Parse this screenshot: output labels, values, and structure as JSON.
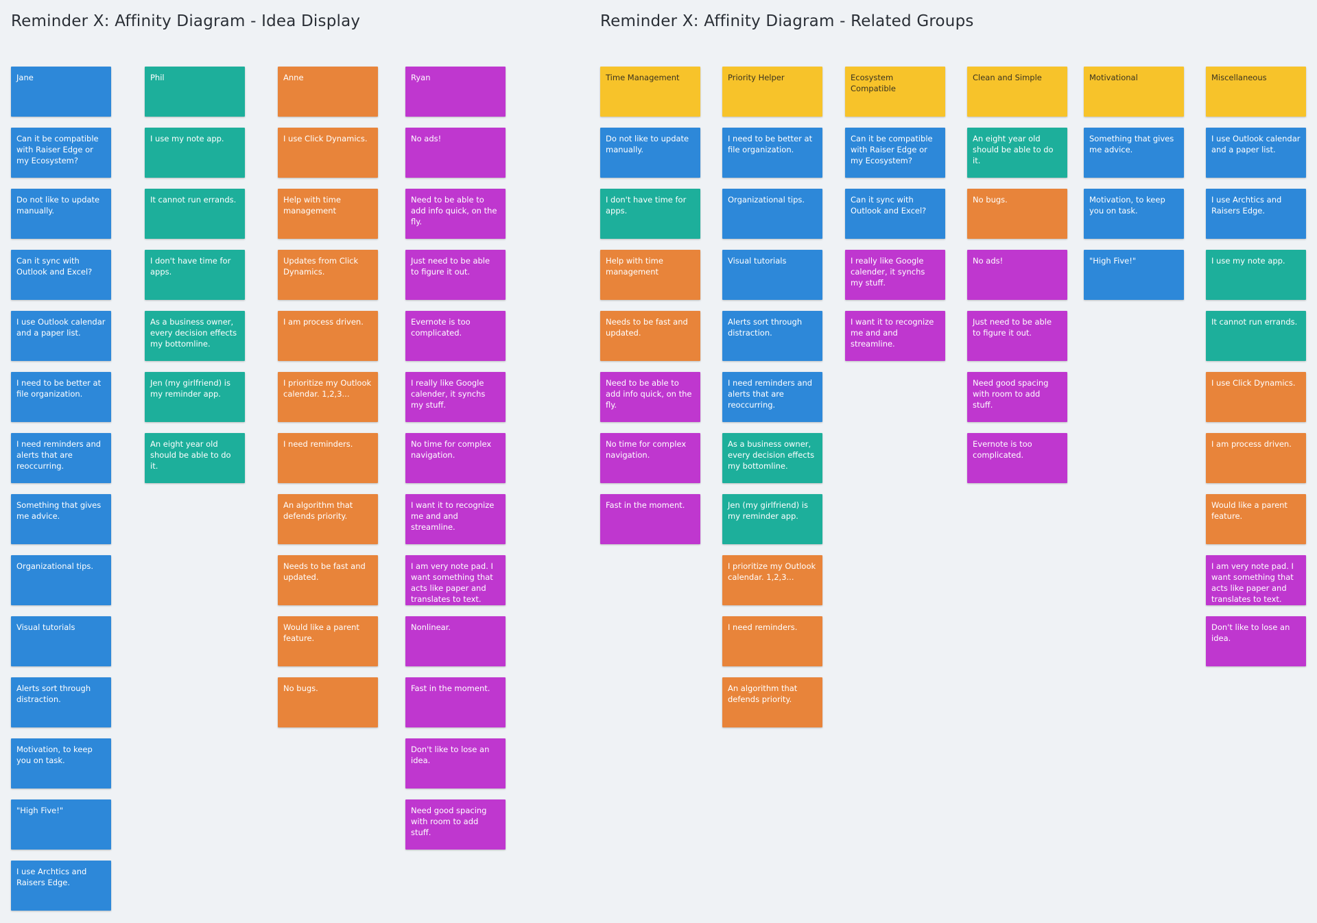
{
  "colors": {
    "blue": "#2d88d9",
    "teal": "#1daf9b",
    "orange": "#e8843a",
    "purple": "#bf37cf",
    "yellow": "#f7c32a",
    "background": "#eff2f5"
  },
  "left": {
    "title": "Reminder X: Affinity Diagram - Idea Display",
    "columns": [
      {
        "header": "Jane",
        "color": "blue",
        "notes": [
          "Can it be compatible with Raiser Edge or my Ecosystem?",
          "Do not like to update manually.",
          "Can it sync with Outlook and Excel?",
          "I use Outlook calendar and a paper list.",
          "I need to be better at file organization.",
          "I need reminders and alerts that are reoccurring.",
          "Something that gives me advice.",
          "Organizational tips.",
          "Visual tutorials",
          "Alerts sort through distraction.",
          "Motivation, to keep you on task.",
          "\"High Five!\"",
          "I use Archtics and Raisers Edge."
        ]
      },
      {
        "header": "Phil",
        "color": "teal",
        "notes": [
          "I use my note app.",
          "It cannot run errands.",
          "I don't have time for apps.",
          "As a business owner, every decision effects my bottomline.",
          "Jen (my girlfriend) is my reminder app.",
          "An eight year old should be able to do it."
        ]
      },
      {
        "header": "Anne",
        "color": "orange",
        "notes": [
          "I use Click Dynamics.",
          "Help with time management",
          "Updates from Click Dynamics.",
          "I am process driven.",
          "I prioritize my Outlook calendar. 1,2,3...",
          "I need reminders.",
          "An algorithm that defends priority.",
          "Needs to be fast and updated.",
          "Would like a parent feature.",
          "No bugs."
        ]
      },
      {
        "header": "Ryan",
        "color": "purple",
        "notes": [
          "No ads!",
          "Need to be able to add info quick, on the fly.",
          "Just need to be able to figure it out.",
          "Evernote is too complicated.",
          "I really like Google calender, it synchs my stuff.",
          "No time for complex navigation.",
          "I want it to recognize me and and streamline.",
          "I am very note pad. I want something that acts like paper and translates to text.",
          "Nonlinear.",
          "Fast in the moment.",
          "Don't like to lose an idea.",
          "Need good spacing with room to add stuff."
        ]
      }
    ]
  },
  "right": {
    "title": "Reminder X: Affinity Diagram - Related Groups",
    "columns": [
      {
        "header": "Time Management",
        "notes": [
          {
            "text": "Do not like to update manually.",
            "color": "blue"
          },
          {
            "text": "I don't have time for apps.",
            "color": "teal"
          },
          {
            "text": "Help with time management",
            "color": "orange"
          },
          {
            "text": "Needs to be fast and updated.",
            "color": "orange"
          },
          {
            "text": "Need to be able to add info quick, on the fly.",
            "color": "purple"
          },
          {
            "text": "No time for complex navigation.",
            "color": "purple"
          },
          {
            "text": "Fast in the moment.",
            "color": "purple"
          }
        ]
      },
      {
        "header": "Priority Helper",
        "notes": [
          {
            "text": "I need to be better at file organization.",
            "color": "blue"
          },
          {
            "text": "Organizational tips.",
            "color": "blue"
          },
          {
            "text": "Visual tutorials",
            "color": "blue"
          },
          {
            "text": "Alerts sort through distraction.",
            "color": "blue"
          },
          {
            "text": "I need reminders and alerts that are reoccurring.",
            "color": "blue"
          },
          {
            "text": "As a business owner, every decision effects my bottomline.",
            "color": "teal"
          },
          {
            "text": "Jen (my girlfriend) is my reminder app.",
            "color": "teal"
          },
          {
            "text": "I prioritize my Outlook calendar. 1,2,3...",
            "color": "orange"
          },
          {
            "text": "I need reminders.",
            "color": "orange"
          },
          {
            "text": "An algorithm that defends priority.",
            "color": "orange"
          }
        ]
      },
      {
        "header": "Ecosystem Compatible",
        "notes": [
          {
            "text": "Can it be compatible with Raiser Edge or my Ecosystem?",
            "color": "blue"
          },
          {
            "text": "Can it sync with Outlook and Excel?",
            "color": "blue"
          },
          {
            "text": "I really like Google calender, it synchs my stuff.",
            "color": "purple"
          },
          {
            "text": "I want it to recognize me and and streamline.",
            "color": "purple"
          }
        ]
      },
      {
        "header": "Clean and Simple",
        "notes": [
          {
            "text": "An eight year old should be able to do it.",
            "color": "teal"
          },
          {
            "text": "No bugs.",
            "color": "orange"
          },
          {
            "text": "No ads!",
            "color": "purple"
          },
          {
            "text": "Just need to be able to figure it out.",
            "color": "purple"
          },
          {
            "text": "Need good spacing with room to add stuff.",
            "color": "purple"
          },
          {
            "text": "Evernote is too complicated.",
            "color": "purple"
          }
        ]
      },
      {
        "header": "Motivational",
        "notes": [
          {
            "text": "Something that gives me advice.",
            "color": "blue"
          },
          {
            "text": "Motivation, to keep you on task.",
            "color": "blue"
          },
          {
            "text": "\"High Five!\"",
            "color": "blue"
          }
        ]
      },
      {
        "header": "Miscellaneous",
        "notes": [
          {
            "text": "I use Outlook calendar and a paper list.",
            "color": "blue"
          },
          {
            "text": "I use Archtics and Raisers Edge.",
            "color": "blue"
          },
          {
            "text": "I use my note app.",
            "color": "teal"
          },
          {
            "text": "It cannot run errands.",
            "color": "teal"
          },
          {
            "text": "I use Click Dynamics.",
            "color": "orange"
          },
          {
            "text": "I am process driven.",
            "color": "orange"
          },
          {
            "text": "Would like a parent feature.",
            "color": "orange"
          },
          {
            "text": "I am very note pad. I want something that acts like paper and translates to text.",
            "color": "purple"
          },
          {
            "text": "Don't like to lose an idea.",
            "color": "purple"
          }
        ]
      }
    ]
  }
}
